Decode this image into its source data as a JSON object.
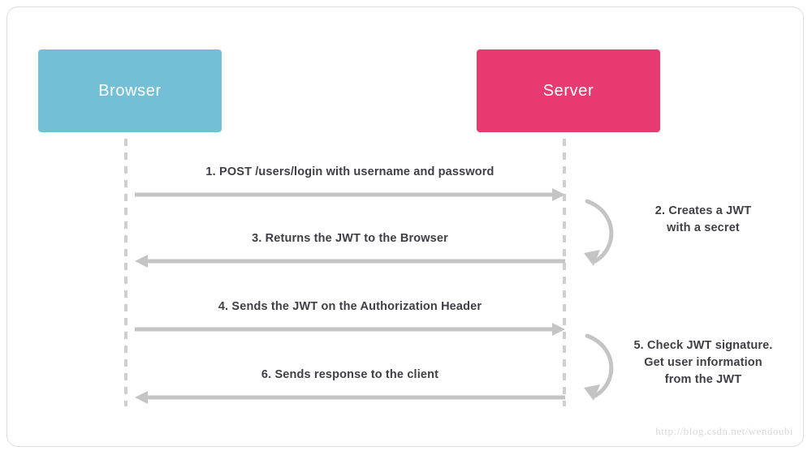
{
  "diagram": {
    "title": "JWT authentication sequence diagram",
    "actors": [
      {
        "id": "browser",
        "label": "Browser",
        "color": "#72BFD6"
      },
      {
        "id": "server",
        "label": "Server",
        "color": "#E63A70"
      }
    ],
    "messages": [
      {
        "step": 1,
        "label": "1. POST /users/login with username and password",
        "direction": "right"
      },
      {
        "step": 3,
        "label": "3. Returns the JWT to the Browser",
        "direction": "left"
      },
      {
        "step": 4,
        "label": "4. Sends the JWT on the Authorization Header",
        "direction": "right"
      },
      {
        "step": 6,
        "label": "6. Sends response to the client",
        "direction": "left"
      }
    ],
    "self_calls": [
      {
        "step": 2,
        "actor": "server",
        "lines": [
          "2. Creates a JWT",
          "with a secret"
        ]
      },
      {
        "step": 5,
        "actor": "server",
        "lines": [
          "5. Check JWT signature.",
          "Get user information",
          "from the JWT"
        ]
      }
    ],
    "line_color": "#c4c4c4",
    "text_color": "#3f3f46",
    "background": "#ffffff",
    "border_color": "#dcdcdc"
  },
  "watermark": {
    "text": "http://blog.csdn.net/wendoubi"
  }
}
